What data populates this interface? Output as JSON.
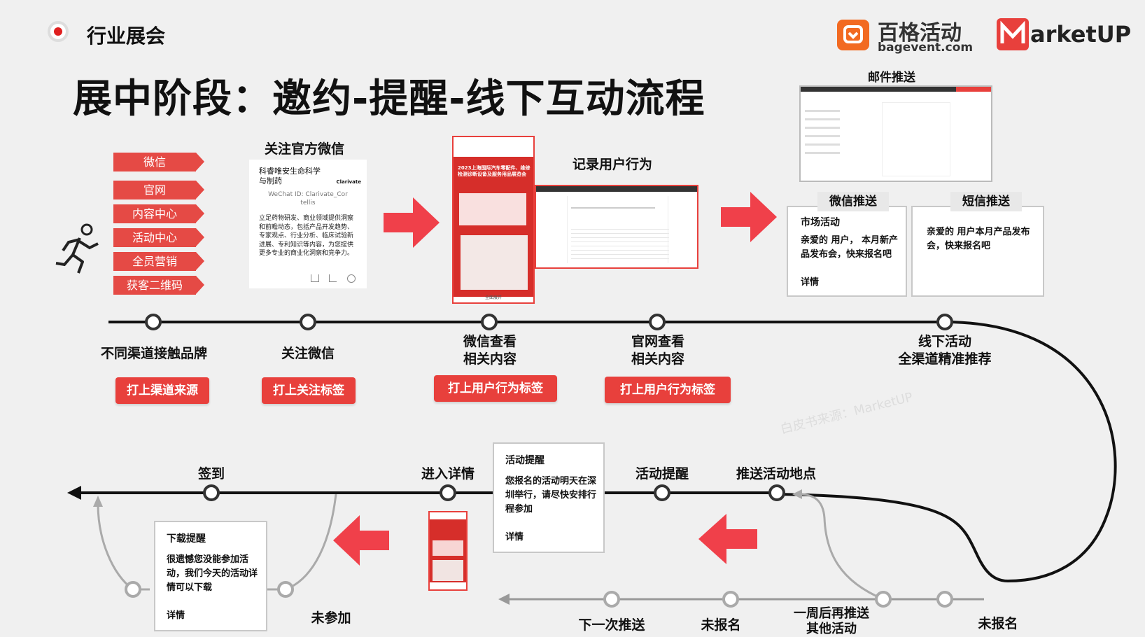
{
  "header": {
    "section_label": "行业展会",
    "title": "展中阶段：邀约-提醒-线下互动流程"
  },
  "logos": {
    "bagevent_name": "百格活动",
    "bagevent_domain": "bagevent.com",
    "marketup_name": "arketUP",
    "bagevent_color": "#f26a21",
    "marketup_color": "#e8403c"
  },
  "channels": [
    "微信",
    "官网",
    "内容中心",
    "活动中心",
    "全员营销",
    "获客二维码"
  ],
  "wechat_card": {
    "heading": "关注官方微信",
    "title_line1": "科睿唯安生命科学",
    "title_line2": "与制药",
    "brand": "Clarivate",
    "sub_line1": "WeChat ID: Clarivate_Cor",
    "sub_line2": "tellis",
    "body": "立足药物研发、商业领域提供洞察和前瞻动态，包括产品开发趋势、专家观点、行业分析、临床试验新进展、专利知识等内容，为您提供更多专业的商业化洞察和竞争力。"
  },
  "phone_mock": {
    "headline": "2023上海国际汽车零配件、维修检测诊断设备及服务用品展览会",
    "footer": "全面展开"
  },
  "record_label": "记录用户行为",
  "email_push_label": "邮件推送",
  "wechat_push": {
    "title": "微信推送",
    "line1": "市场活动",
    "body": "亲爱的 用户， 本月新产品发布会，快来报名吧",
    "link": "详情"
  },
  "sms_push": {
    "title": "短信推送",
    "body": "亲爱的 用户本月产品发布会，快来报名吧"
  },
  "timeline_top": [
    {
      "label": "不同渠道接触品牌",
      "tag": "打上渠道来源"
    },
    {
      "label": "关注微信",
      "tag": "打上关注标签"
    },
    {
      "label": "微信查看\n相关内容",
      "tag": "打上用户行为标签"
    },
    {
      "label": "官网查看\n相关内容",
      "tag": "打上用户行为标签"
    },
    {
      "label": "线下活动\n全渠道精准推荐"
    }
  ],
  "timeline_bottom": {
    "checkin": "签到",
    "enter_detail": "进入详情",
    "event_reminder": "活动提醒",
    "push_location": "推送活动地点",
    "not_attended": "未参加",
    "next_push": "下一次推送",
    "not_registered_1": "未报名",
    "week_later": "一周后再推送\n其他活动",
    "not_registered_2": "未报名"
  },
  "reminder_card": {
    "title": "活动提醒",
    "body": "您报名的活动明天在深圳举行，请尽快安排行程参加",
    "link": "详情"
  },
  "download_card": {
    "title": "下载提醒",
    "body": "很遗憾您没能参加活动，我们今天的活动详情可以下载",
    "link": "详情"
  },
  "watermark": "白皮书来源：MarketUP",
  "colors": {
    "accent": "#e8403c",
    "arrow": "#f0404a",
    "line": "#111111"
  }
}
